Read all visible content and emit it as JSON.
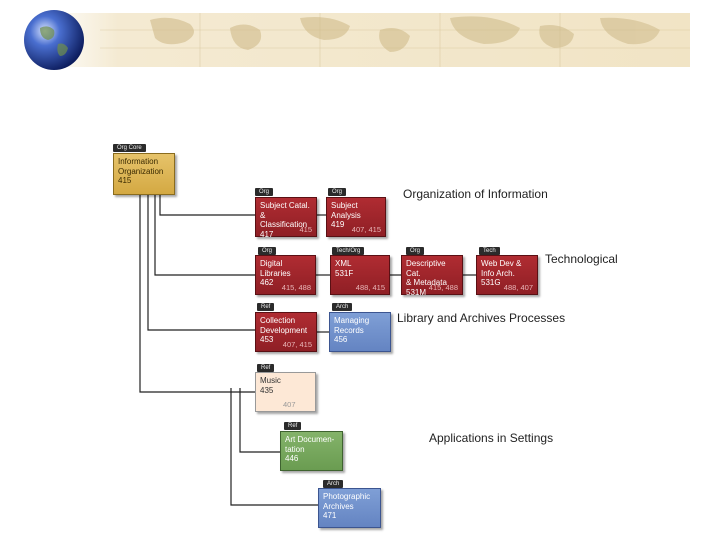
{
  "colors": {
    "org": "#9b232a",
    "core": "#ddb656",
    "music": "#fde8d6",
    "green": "#76a65c",
    "blue": "#7190cc"
  },
  "nodes": {
    "info_org": {
      "tag": "Org Core",
      "name": "Information\nOrganization",
      "num": "415",
      "pre": ""
    },
    "subject_catal": {
      "tag": "Org",
      "name": "Subject Catal.\n& Classification",
      "num": "417",
      "pre": "415"
    },
    "subject_analysis": {
      "tag": "Org",
      "name": "Subject\nAnalysis",
      "num": "419",
      "pre": "407, 415"
    },
    "digital_libraries": {
      "tag": "Org",
      "name": "Digital Libraries",
      "num": "462",
      "pre": "415, 488"
    },
    "xml": {
      "tag": "Tech/Org",
      "name": "XML",
      "num": "531F",
      "pre": "488, 415"
    },
    "descriptive_cat": {
      "tag": "Org",
      "name": "Descriptive Cat.\n& Metadata",
      "num": "531M",
      "pre": "415, 488"
    },
    "web_dev": {
      "tag": "Tech",
      "name": "Web Dev &\nInfo Arch.",
      "num": "531G",
      "pre": "488, 407"
    },
    "collection_dev": {
      "tag": "Ref",
      "name": "Collection\nDevelopment",
      "num": "453",
      "pre": "407, 415"
    },
    "managing_records": {
      "tag": "Arch",
      "name": "Managing\nRecords",
      "num": "456",
      "pre": ""
    },
    "music": {
      "tag": "Ref",
      "name": "Music",
      "num": "435",
      "pre": "407"
    },
    "art_doc": {
      "tag": "Ref",
      "name": "Art Documen-\ntation",
      "num": "446",
      "pre": ""
    },
    "photo_archives": {
      "tag": "Arch",
      "name": "Photographic\nArchives",
      "num": "471",
      "pre": ""
    }
  },
  "labels": {
    "org_info": "Organization of Information",
    "technological": "Technological",
    "lib_arch": "Library and Archives Processes",
    "applications": "Applications in Settings"
  }
}
